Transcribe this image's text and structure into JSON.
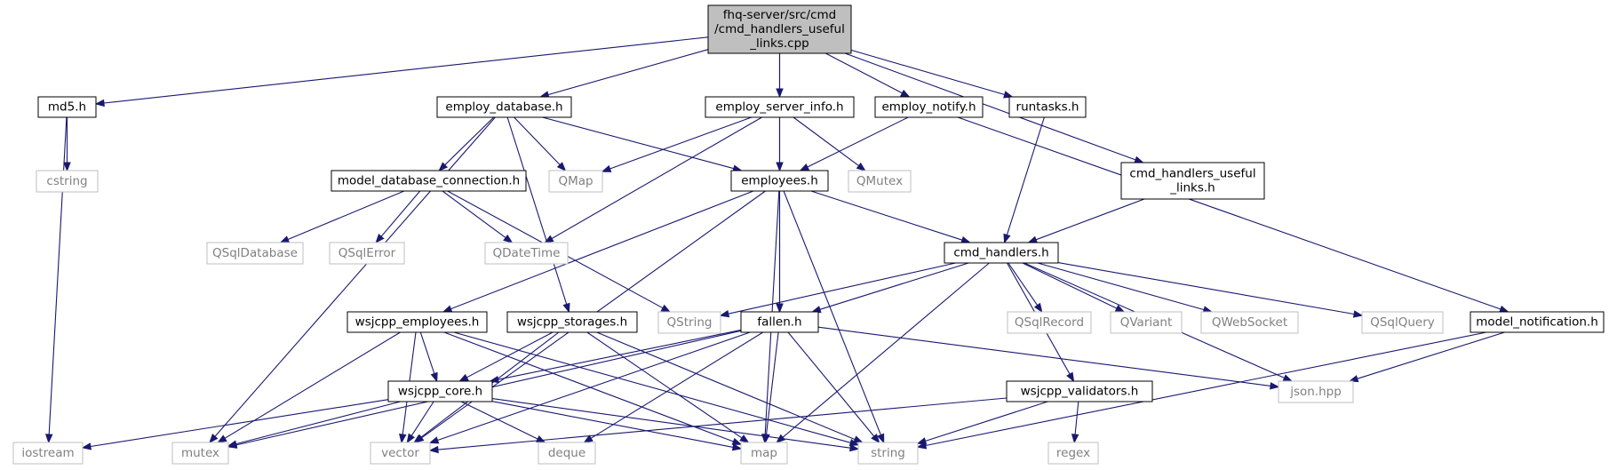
{
  "colors": {
    "edge": "#191970",
    "external_border": "#bfbfbf",
    "external_text": "#808080",
    "root_fill": "#bfbfbf"
  },
  "nodes": [
    {
      "id": "root",
      "lines": [
        "fhq-server/src/cmd",
        "/cmd_handlers_useful",
        "_links.cpp"
      ],
      "kind": "root"
    },
    {
      "id": "md5",
      "lines": [
        "md5.h"
      ],
      "kind": "int"
    },
    {
      "id": "employ_database",
      "lines": [
        "employ_database.h"
      ],
      "kind": "int"
    },
    {
      "id": "employ_server_info",
      "lines": [
        "employ_server_info.h"
      ],
      "kind": "int"
    },
    {
      "id": "employ_notify",
      "lines": [
        "employ_notify.h"
      ],
      "kind": "int"
    },
    {
      "id": "runtasks",
      "lines": [
        "runtasks.h"
      ],
      "kind": "int"
    },
    {
      "id": "cmd_handlers_useful_links",
      "lines": [
        "cmd_handlers_useful",
        "_links.h"
      ],
      "kind": "int"
    },
    {
      "id": "cstring",
      "lines": [
        "cstring"
      ],
      "kind": "ext"
    },
    {
      "id": "model_database_connection",
      "lines": [
        "model_database_connection.h"
      ],
      "kind": "int"
    },
    {
      "id": "QMap",
      "lines": [
        "QMap"
      ],
      "kind": "ext"
    },
    {
      "id": "employees",
      "lines": [
        "employees.h"
      ],
      "kind": "int"
    },
    {
      "id": "QMutex",
      "lines": [
        "QMutex"
      ],
      "kind": "ext"
    },
    {
      "id": "QSqlDatabase",
      "lines": [
        "QSqlDatabase"
      ],
      "kind": "ext"
    },
    {
      "id": "QSqlError",
      "lines": [
        "QSqlError"
      ],
      "kind": "ext"
    },
    {
      "id": "QDateTime",
      "lines": [
        "QDateTime"
      ],
      "kind": "ext"
    },
    {
      "id": "cmd_handlers",
      "lines": [
        "cmd_handlers.h"
      ],
      "kind": "int"
    },
    {
      "id": "wsjcpp_employees",
      "lines": [
        "wsjcpp_employees.h"
      ],
      "kind": "int"
    },
    {
      "id": "wsjcpp_storages",
      "lines": [
        "wsjcpp_storages.h"
      ],
      "kind": "int"
    },
    {
      "id": "QString",
      "lines": [
        "QString"
      ],
      "kind": "ext"
    },
    {
      "id": "fallen",
      "lines": [
        "fallen.h"
      ],
      "kind": "int"
    },
    {
      "id": "QSqlRecord",
      "lines": [
        "QSqlRecord"
      ],
      "kind": "ext"
    },
    {
      "id": "QVariant",
      "lines": [
        "QVariant"
      ],
      "kind": "ext"
    },
    {
      "id": "QWebSocket",
      "lines": [
        "QWebSocket"
      ],
      "kind": "ext"
    },
    {
      "id": "QSqlQuery",
      "lines": [
        "QSqlQuery"
      ],
      "kind": "ext"
    },
    {
      "id": "model_notification",
      "lines": [
        "model_notification.h"
      ],
      "kind": "int"
    },
    {
      "id": "wsjcpp_core",
      "lines": [
        "wsjcpp_core.h"
      ],
      "kind": "int"
    },
    {
      "id": "wsjcpp_validators",
      "lines": [
        "wsjcpp_validators.h"
      ],
      "kind": "int"
    },
    {
      "id": "json_hpp",
      "lines": [
        "json.hpp"
      ],
      "kind": "ext"
    },
    {
      "id": "iostream",
      "lines": [
        "iostream"
      ],
      "kind": "ext"
    },
    {
      "id": "mutex",
      "lines": [
        "mutex"
      ],
      "kind": "ext"
    },
    {
      "id": "vector",
      "lines": [
        "vector"
      ],
      "kind": "ext"
    },
    {
      "id": "deque",
      "lines": [
        "deque"
      ],
      "kind": "ext"
    },
    {
      "id": "map",
      "lines": [
        "map"
      ],
      "kind": "ext"
    },
    {
      "id": "string",
      "lines": [
        "string"
      ],
      "kind": "ext"
    },
    {
      "id": "regex",
      "lines": [
        "regex"
      ],
      "kind": "ext"
    }
  ],
  "edges": [
    [
      "root",
      "md5"
    ],
    [
      "root",
      "employ_database"
    ],
    [
      "root",
      "employ_server_info"
    ],
    [
      "root",
      "employ_notify"
    ],
    [
      "root",
      "runtasks"
    ],
    [
      "root",
      "cmd_handlers_useful_links"
    ],
    [
      "root",
      "fallen"
    ],
    [
      "md5",
      "cstring"
    ],
    [
      "md5",
      "iostream"
    ],
    [
      "employ_database",
      "model_database_connection"
    ],
    [
      "employ_database",
      "QMap"
    ],
    [
      "employ_database",
      "employees"
    ],
    [
      "employ_database",
      "mutex"
    ],
    [
      "employ_database",
      "wsjcpp_storages"
    ],
    [
      "employ_server_info",
      "QMap"
    ],
    [
      "employ_server_info",
      "employees"
    ],
    [
      "employ_server_info",
      "QMutex"
    ],
    [
      "employ_server_info",
      "QDateTime"
    ],
    [
      "employ_notify",
      "employees"
    ],
    [
      "employ_notify",
      "model_notification"
    ],
    [
      "runtasks",
      "cmd_handlers"
    ],
    [
      "cmd_handlers_useful_links",
      "cmd_handlers"
    ],
    [
      "model_database_connection",
      "QSqlDatabase"
    ],
    [
      "model_database_connection",
      "QSqlError"
    ],
    [
      "model_database_connection",
      "QDateTime"
    ],
    [
      "model_database_connection",
      "QString"
    ],
    [
      "employees",
      "cmd_handlers"
    ],
    [
      "employees",
      "wsjcpp_employees"
    ],
    [
      "employees",
      "fallen"
    ],
    [
      "employees",
      "vector"
    ],
    [
      "employees",
      "map"
    ],
    [
      "employees",
      "string"
    ],
    [
      "cmd_handlers",
      "QString"
    ],
    [
      "cmd_handlers",
      "fallen"
    ],
    [
      "cmd_handlers",
      "QSqlRecord"
    ],
    [
      "cmd_handlers",
      "QVariant"
    ],
    [
      "cmd_handlers",
      "QWebSocket"
    ],
    [
      "cmd_handlers",
      "QSqlQuery"
    ],
    [
      "cmd_handlers",
      "json_hpp"
    ],
    [
      "cmd_handlers",
      "wsjcpp_validators"
    ],
    [
      "cmd_handlers",
      "map"
    ],
    [
      "wsjcpp_employees",
      "wsjcpp_core"
    ],
    [
      "wsjcpp_employees",
      "mutex"
    ],
    [
      "wsjcpp_employees",
      "vector"
    ],
    [
      "wsjcpp_employees",
      "map"
    ],
    [
      "wsjcpp_employees",
      "string"
    ],
    [
      "wsjcpp_storages",
      "wsjcpp_core"
    ],
    [
      "wsjcpp_storages",
      "vector"
    ],
    [
      "wsjcpp_storages",
      "map"
    ],
    [
      "wsjcpp_storages",
      "string"
    ],
    [
      "fallen",
      "wsjcpp_core"
    ],
    [
      "fallen",
      "json_hpp"
    ],
    [
      "fallen",
      "mutex"
    ],
    [
      "fallen",
      "vector"
    ],
    [
      "fallen",
      "deque"
    ],
    [
      "fallen",
      "map"
    ],
    [
      "fallen",
      "string"
    ],
    [
      "wsjcpp_core",
      "iostream"
    ],
    [
      "wsjcpp_core",
      "mutex"
    ],
    [
      "wsjcpp_core",
      "vector"
    ],
    [
      "wsjcpp_core",
      "deque"
    ],
    [
      "wsjcpp_core",
      "map"
    ],
    [
      "wsjcpp_core",
      "string"
    ],
    [
      "wsjcpp_validators",
      "vector"
    ],
    [
      "wsjcpp_validators",
      "string"
    ],
    [
      "wsjcpp_validators",
      "regex"
    ],
    [
      "model_notification",
      "json_hpp"
    ],
    [
      "model_notification",
      "string"
    ]
  ]
}
